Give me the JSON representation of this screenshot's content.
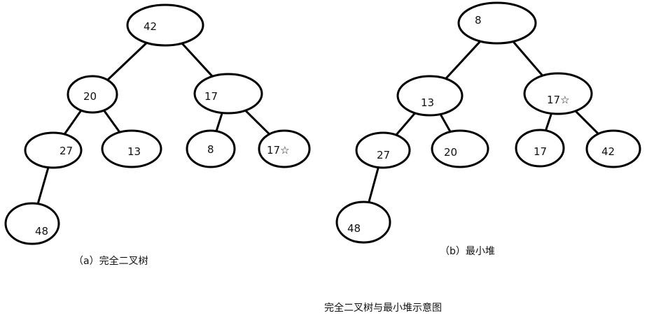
{
  "trees": [
    {
      "caption": "（a）完全二叉树",
      "nodes": [
        {
          "id": "a-root",
          "label": "42"
        },
        {
          "id": "a-l",
          "label": "20"
        },
        {
          "id": "a-r",
          "label": "17"
        },
        {
          "id": "a-ll",
          "label": "27"
        },
        {
          "id": "a-lr",
          "label": "13"
        },
        {
          "id": "a-rl",
          "label": "8"
        },
        {
          "id": "a-rr",
          "label": "17☆"
        },
        {
          "id": "a-lll",
          "label": "48"
        }
      ],
      "edges": [
        [
          "a-root",
          "a-l"
        ],
        [
          "a-root",
          "a-r"
        ],
        [
          "a-l",
          "a-ll"
        ],
        [
          "a-l",
          "a-lr"
        ],
        [
          "a-r",
          "a-rl"
        ],
        [
          "a-r",
          "a-rr"
        ],
        [
          "a-ll",
          "a-lll"
        ]
      ]
    },
    {
      "caption": "（b）最小堆",
      "nodes": [
        {
          "id": "b-root",
          "label": "8"
        },
        {
          "id": "b-l",
          "label": "13"
        },
        {
          "id": "b-r",
          "label": "17☆"
        },
        {
          "id": "b-ll",
          "label": "27"
        },
        {
          "id": "b-lr",
          "label": "20"
        },
        {
          "id": "b-rl",
          "label": "17"
        },
        {
          "id": "b-rr",
          "label": "42"
        },
        {
          "id": "b-lll",
          "label": "48"
        }
      ],
      "edges": [
        [
          "b-root",
          "b-l"
        ],
        [
          "b-root",
          "b-r"
        ],
        [
          "b-l",
          "b-ll"
        ],
        [
          "b-l",
          "b-lr"
        ],
        [
          "b-r",
          "b-rl"
        ],
        [
          "b-r",
          "b-rr"
        ],
        [
          "b-ll",
          "b-lll"
        ]
      ]
    }
  ],
  "figure_caption": "完全二叉树与最小堆示意图"
}
